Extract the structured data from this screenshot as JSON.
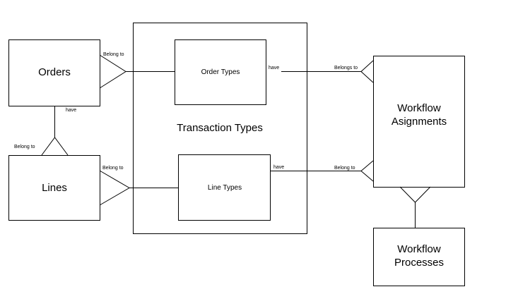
{
  "entities": {
    "orders": "Orders",
    "lines": "Lines",
    "transaction_types": "Transaction Types",
    "order_types": "Order Types",
    "line_types": "Line Types",
    "workflow_assignments": [
      "Workflow",
      "Asignments"
    ],
    "workflow_processes": [
      "Workflow",
      "Processes"
    ]
  },
  "relations": {
    "orders_to_order_types": "Belong to",
    "orders_have": "have",
    "lines_belong_to_orders": "Belong to",
    "lines_to_line_types": "Belong to",
    "order_types_have": "have",
    "order_types_assignments": "Belongs to",
    "line_types_have": "have",
    "line_types_assignments": "Belong to"
  }
}
